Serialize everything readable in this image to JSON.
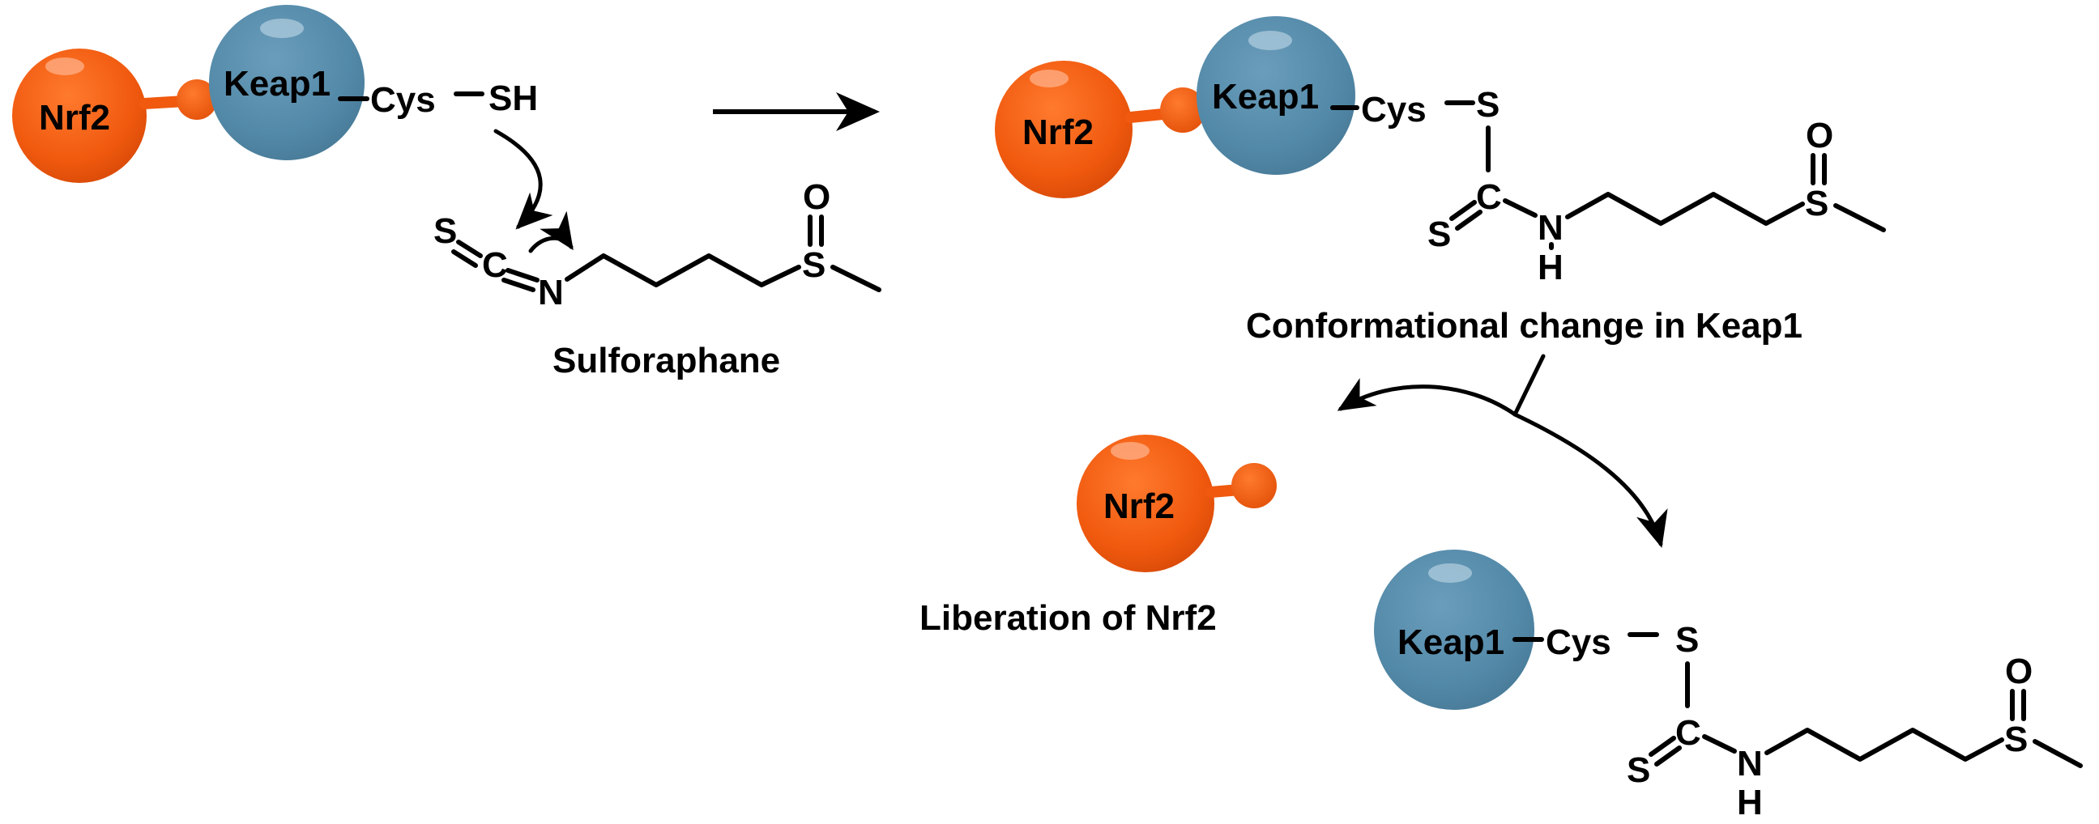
{
  "labels": {
    "nrf2": "Nrf2",
    "keap1": "Keap1",
    "cys": "Cys",
    "sh": "SH",
    "s": "S",
    "c": "C",
    "n": "N",
    "h": "H",
    "o": "O"
  },
  "captions": {
    "sulforaphane": "Sulforaphane",
    "conformational_change": "Conformational change in Keap1",
    "liberation": "Liberation of Nrf2"
  },
  "colors": {
    "nrf2": "#F0590E",
    "nrf2_dark": "#C24307",
    "keap1": "#5389A8",
    "keap1_dark": "#3E6B86",
    "arrow": "#000000"
  }
}
